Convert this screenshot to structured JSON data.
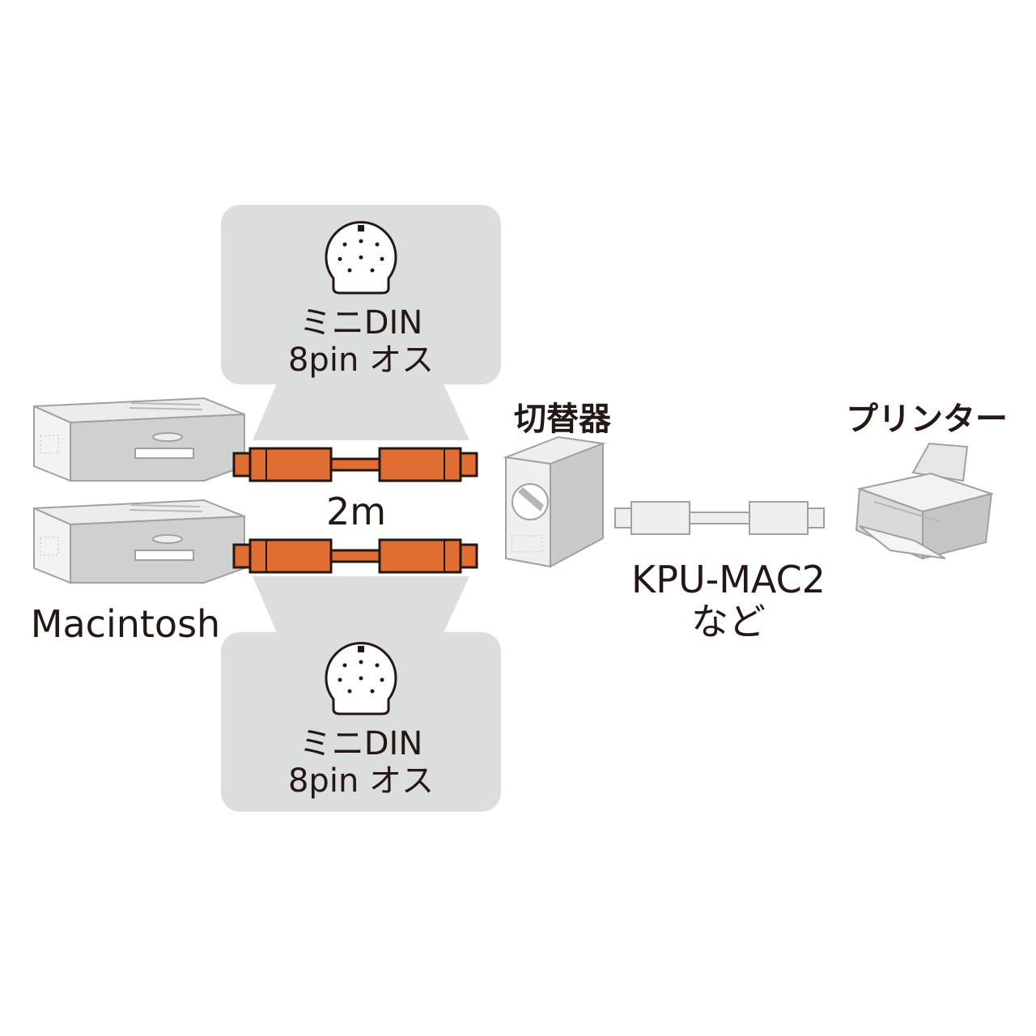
{
  "callout_top": {
    "line1": "ミニDIN",
    "line2": "8pin オス"
  },
  "callout_bottom": {
    "line1": "ミニDIN",
    "line2": "8pin オス"
  },
  "cable_length": "2m",
  "computer_label": "Macintosh",
  "switch_label": "切替器",
  "printer_label": "プリンター",
  "printer_cable": {
    "line1": "KPU-MAC2",
    "line2": "など"
  },
  "colors": {
    "callout": "#dcdddd",
    "cable": "#e06e32",
    "outline": "#231815",
    "grey_cable": "#d9dadb"
  }
}
